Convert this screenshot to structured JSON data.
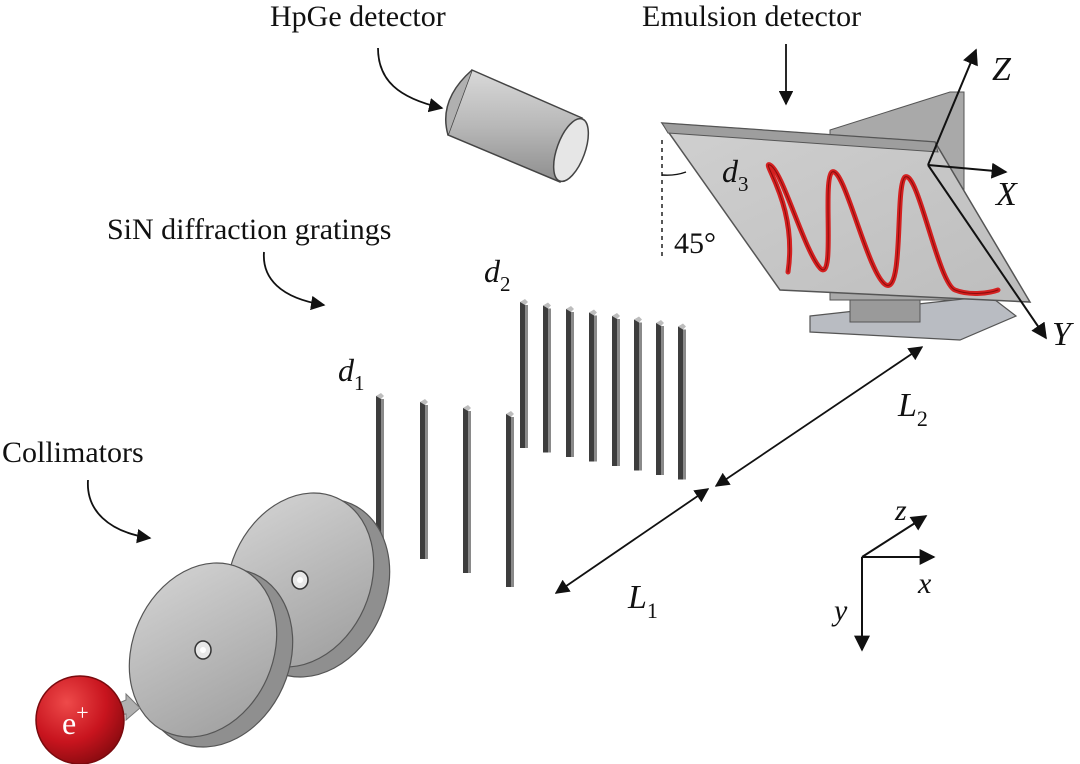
{
  "labels": {
    "hpge": "HpGe detector",
    "emulsion": "Emulsion detector",
    "gratings": "SiN diffraction gratings",
    "collimators": "Collimators",
    "angle": "45°",
    "positron": "e",
    "positron_charge": "+"
  },
  "gratings": {
    "d1": {
      "letter": "d",
      "sub": "1"
    },
    "d2": {
      "letter": "d",
      "sub": "2"
    },
    "d3": {
      "letter": "d",
      "sub": "3"
    }
  },
  "distances": {
    "L1": {
      "letter": "L",
      "sub": "1"
    },
    "L2": {
      "letter": "L",
      "sub": "2"
    }
  },
  "axes_upper": {
    "X": "X",
    "Y": "Y",
    "Z": "Z"
  },
  "axes_lower": {
    "x": "x",
    "y": "y",
    "z": "z"
  },
  "colors": {
    "positron": "#c8141e",
    "trace": "#d42020",
    "metal": "#c2c2c2",
    "bar": "#4a4a4a"
  }
}
